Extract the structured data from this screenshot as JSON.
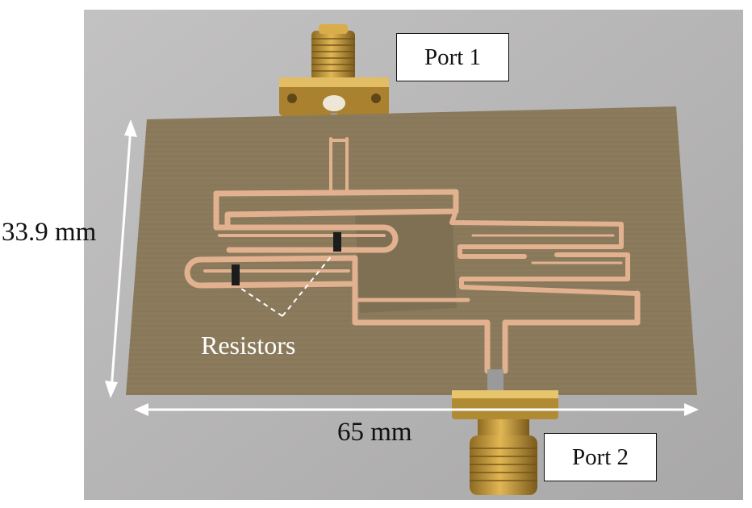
{
  "photo": {
    "board_color": "#8b7b5c",
    "copper_color": "#e2b18f",
    "background_color": "#b9b8b8",
    "connector_color": "#c79a35"
  },
  "labels": {
    "port1": "Port 1",
    "port2": "Port 2",
    "height": "33.9 mm",
    "width": "65 mm",
    "resistors": "Resistors"
  }
}
